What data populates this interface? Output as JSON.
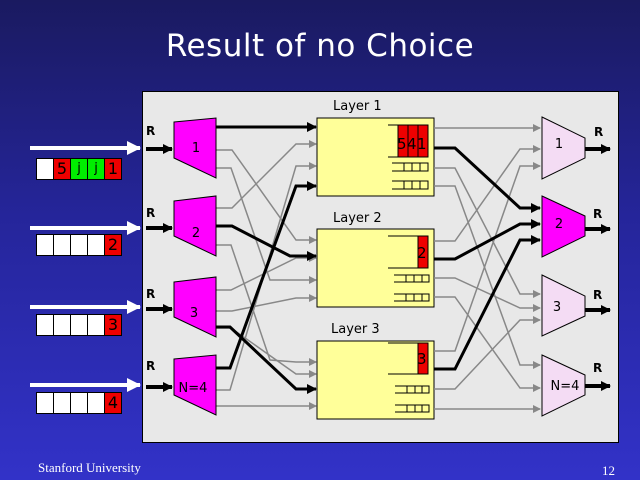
{
  "slide": {
    "title": "Result of no Choice",
    "footer_left": "Stanford University",
    "page_number": "12"
  },
  "colors": {
    "background_top": "#1a1a60",
    "background_bottom": "#3232c8",
    "panel": "#e8e8e8",
    "input_mux": "#ff00ff",
    "output_mux_active": "#ff00ff",
    "output_mux_inactive": "#f4dcf4",
    "layer_box": "#ffff99",
    "cell_red": "#ee0000",
    "cell_green": "#00ee00",
    "active_wire": "#000000",
    "idle_wire": "#888888"
  },
  "input_queues": [
    {
      "cells": [
        "",
        "5",
        "j",
        "j",
        "1"
      ],
      "styles": [
        "white",
        "red",
        "green",
        "green",
        "red"
      ]
    },
    {
      "cells": [
        "",
        "",
        "",
        "",
        "2"
      ],
      "styles": [
        "white",
        "white",
        "white",
        "white",
        "red"
      ]
    },
    {
      "cells": [
        "",
        "",
        "",
        "",
        "3"
      ],
      "styles": [
        "white",
        "white",
        "white",
        "white",
        "red"
      ]
    },
    {
      "cells": [
        "",
        "",
        "",
        "",
        "4"
      ],
      "styles": [
        "white",
        "white",
        "white",
        "white",
        "red"
      ]
    }
  ],
  "input_muxes": [
    {
      "label": "1",
      "rate_label": "R"
    },
    {
      "label": "2",
      "rate_label": "R"
    },
    {
      "label": "3",
      "rate_label": "R"
    },
    {
      "label": "N=4",
      "rate_label": "R"
    }
  ],
  "layers": [
    {
      "label": "Layer 1",
      "queue_cells": [
        "5",
        "4",
        "1"
      ]
    },
    {
      "label": "Layer 2",
      "queue_cells": [
        "2"
      ]
    },
    {
      "label": "Layer 3",
      "queue_cells": [
        "3"
      ]
    }
  ],
  "output_muxes": [
    {
      "label": "1",
      "rate_label": "R",
      "active": false
    },
    {
      "label": "2",
      "rate_label": "R",
      "active": true
    },
    {
      "label": "3",
      "rate_label": "R",
      "active": false
    },
    {
      "label": "N=4",
      "rate_label": "R",
      "active": false
    }
  ]
}
